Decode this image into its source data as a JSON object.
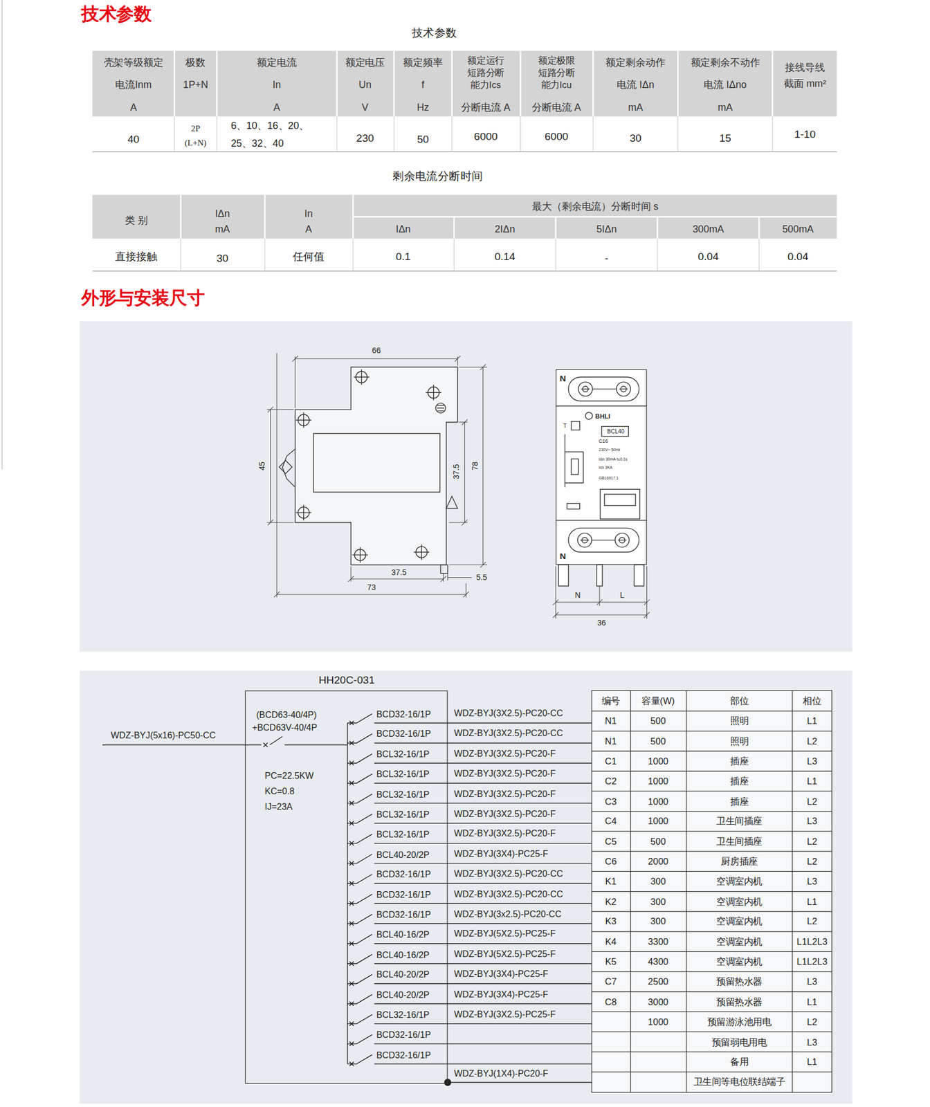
{
  "diagram": {
    "nodes": [
      {
        "text": [
          "HH20C-031",
          "(BCD63-40/4P)",
          "+BCD63V-40/4P",
          "PC=22.5KW",
          "KC=0.8",
          "IJ=23A",
          "BCD32-16/1P",
          "BCD32-16/1P",
          "BCL32-16/1P",
          "BCL32-16/1P",
          "BCL32-16/1P",
          "BCL32-16/1P",
          "BCL32-16/1P",
          "BCL40-20/2P",
          "BCD32-16/1P",
          "BCD32-16/1P",
          "BCD32-16/1P",
          "BCL40-16/2P",
          "BCL40-16/2P",
          "BCL40-20/2P",
          "BCL40-20/2P",
          "BCL32-16/1P",
          "BCD32-16/1P",
          "BCD32-16/1P"
        ]
      },
      {
        "text": [
          "N",
          "T",
          "BHLI",
          "BCL40",
          "C16",
          "230V~ 50Hz",
          "IΔn 30mA t≤0.1s",
          "Icn 3KA",
          "GB16917.1",
          "N"
        ]
      }
    ],
    "labels": [
      "技术参数",
      "技术参数",
      "壳架等级额定",
      "电流Inm",
      "A",
      "极数",
      "1P+N",
      "额定电流",
      "In",
      "A",
      "额定电压",
      "Un",
      "V",
      "额定频率",
      "f",
      "Hz",
      "额定运行",
      "短路分断",
      "能力Ics",
      "分断电流 A",
      "额定极限",
      "短路分断",
      "能力Icu",
      "分断电流 A",
      "额定剩余动作",
      "电流 IΔn",
      "mA",
      "额定剩余不动作",
      "电流 IΔno",
      "mA",
      "接线导线",
      "截面 mm²",
      "40",
      "2P",
      "(L+N)",
      "6、10、16、20、",
      "25、32、40",
      "230",
      "50",
      "6000",
      "6000",
      "30",
      "15",
      "1-10",
      "剩余电流分断时间",
      "类 别",
      "IΔn",
      "mA",
      "In",
      "A",
      "最大（剩余电流）分断时间 s",
      "IΔn",
      "2IΔn",
      "5IΔn",
      "300mA",
      "500mA",
      "直接接触",
      "30",
      "任何值",
      "0.1",
      "0.14",
      "-",
      "0.04",
      "0.04",
      "外形与安装尺寸",
      "66",
      "45",
      "37.5",
      "78",
      "37.5",
      "73",
      "5.5",
      "N",
      "L",
      "36",
      "WDZ-BYJ(5x16)-PC50-CC",
      "WDZ-BYJ(3X2.5)-PC20-CC",
      "WDZ-BYJ(3X2.5)-PC20-CC",
      "WDZ-BYJ(3X2.5)-PC20-F",
      "WDZ-BYJ(3X2.5)-PC20-F",
      "WDZ-BYJ(3X2.5)-PC20-F",
      "WDZ-BYJ(3X2.5)-PC20-F",
      "WDZ-BYJ(3X2.5)-PC20-F",
      "WDZ-BYJ(3X4)-PC25-F",
      "WDZ-BYJ(3X2.5)-PC20-CC",
      "WDZ-BYJ(3X2.5)-PC20-CC",
      "WDZ-BYJ(3x2.5)-PC20-CC",
      "WDZ-BYJ(5X2.5)-PC25-F",
      "WDZ-BYJ(5X2.5)-PC25-F",
      "WDZ-BYJ(3X4)-PC25-F",
      "WDZ-BYJ(3X4)-PC25-F",
      "WDZ-BYJ(3X2.5)-PC25-F",
      "WDZ-BYJ(1X4)-PC20-F",
      "编号",
      "容量(W)",
      "部位",
      "相位",
      "N1",
      "500",
      "照明",
      "L1",
      "N1",
      "500",
      "照明",
      "L2",
      "C1",
      "1000",
      "插座",
      "L3",
      "C2",
      "1000",
      "插座",
      "L1",
      "C3",
      "1000",
      "插座",
      "L2",
      "C4",
      "1000",
      "卫生间插座",
      "L3",
      "C5",
      "500",
      "卫生间插座",
      "L2",
      "C6",
      "2000",
      "厨房插座",
      "L2",
      "K1",
      "300",
      "空调室内机",
      "L3",
      "K2",
      "300",
      "空调室内机",
      "L1",
      "K3",
      "300",
      "空调室内机",
      "L2",
      "K4",
      "3300",
      "空调室内机",
      "L1L2L3",
      "K5",
      "4300",
      "空调室内机",
      "L1L2L3",
      "C7",
      "2500",
      "预留热水器",
      "L3",
      "C8",
      "3000",
      "预留热水器",
      "L1",
      "1000",
      "预留游泳池用电",
      "L2",
      "预留弱电用电",
      "L3",
      "备用",
      "L1",
      "卫生间等电位联结端子"
    ]
  }
}
